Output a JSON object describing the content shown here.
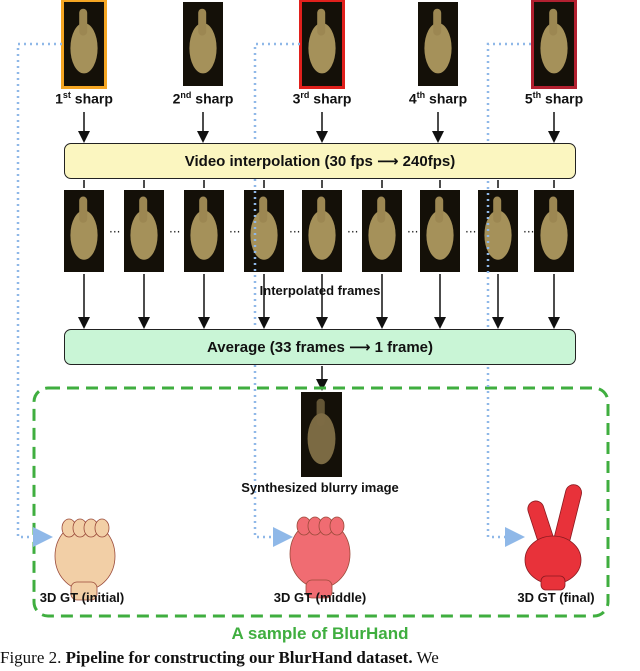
{
  "sharp_frames": [
    {
      "num": "1",
      "suffix": "st",
      "word": "sharp",
      "highlight": "#f5a623"
    },
    {
      "num": "2",
      "suffix": "nd",
      "word": "sharp",
      "highlight": ""
    },
    {
      "num": "3",
      "suffix": "rd",
      "word": "sharp",
      "highlight": "#e0201c"
    },
    {
      "num": "4",
      "suffix": "th",
      "word": "sharp",
      "highlight": ""
    },
    {
      "num": "5",
      "suffix": "th",
      "word": "sharp",
      "highlight": "#b22030"
    }
  ],
  "video_interpolation": "Video interpolation (30 fps ⟶ 240fps)",
  "interpolated_label": "Interpolated frames",
  "average_label": "Average (33 frames ⟶ 1 frame)",
  "blurry_label": "Synthesized blurry image",
  "gt_labels": {
    "initial": "3D GT (initial)",
    "middle": "3D GT (middle)",
    "final": "3D GT (final)"
  },
  "sample_label": "A sample of BlurHand",
  "caption": {
    "prefix": "Figure 2.",
    "bold": "Pipeline for constructing our BlurHand dataset.",
    "tail": "We"
  },
  "colors": {
    "video_box": "#fbf6c0",
    "average_box": "#c9f5d6",
    "dashed_green": "#3fae3f",
    "dotted_blue": "#8fb8e8",
    "gt_initial": "#f2cfa6",
    "gt_middle": "#f06c72",
    "gt_final": "#e8323a"
  }
}
